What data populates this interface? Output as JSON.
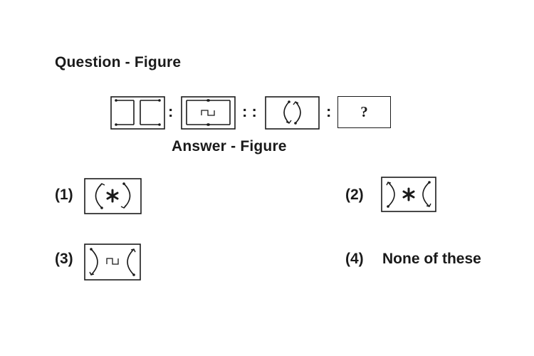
{
  "question_heading": "Question - Figure",
  "answer_heading": "Answer - Figure",
  "separators": {
    "ratio": ":",
    "analogy": ": :"
  },
  "unknown_mark": "?",
  "options": [
    {
      "number": "(1)",
      "figure": "arcs-pointing-inward-with-asterisk"
    },
    {
      "number": "(2)",
      "figure": "arcs-pointing-outward-with-asterisk"
    },
    {
      "number": "(3)",
      "figure": "arcs-pointing-outward-with-s-glyph"
    },
    {
      "number": "(4)",
      "text": "None of these"
    }
  ],
  "colors": {
    "ink": "#1a1a1a",
    "background": "#ffffff"
  }
}
